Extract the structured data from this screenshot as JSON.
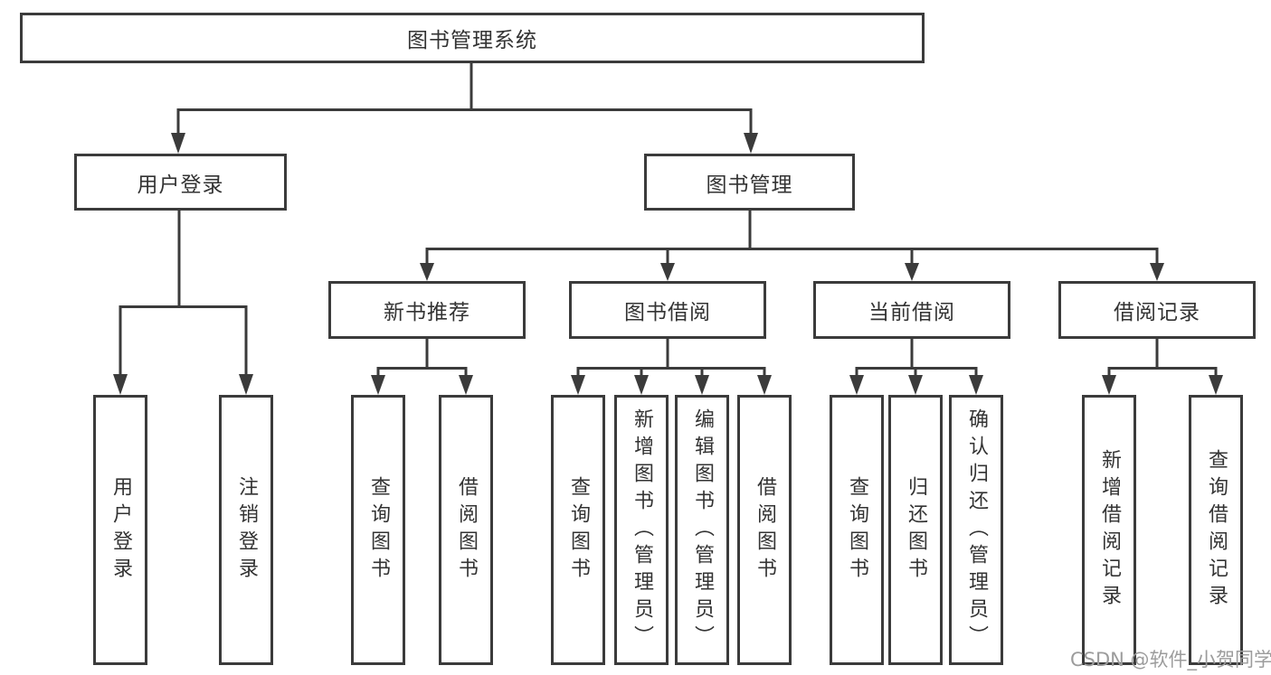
{
  "nodes": {
    "root": "图书管理系统",
    "user_login": "用户登录",
    "book_mgmt": "图书管理",
    "new_book_rec": "新书推荐",
    "book_borrow": "图书借阅",
    "current_borrow": "当前借阅",
    "borrow_record": "借阅记录",
    "ul_user_login": "用户登录",
    "ul_logout": "注销登录",
    "nbr_query_book": "查询图书",
    "nbr_borrow_book": "借阅图书",
    "bb_query_book": "查询图书",
    "bb_add_book": "新增图书（管理员）",
    "bb_edit_book": "编辑图书（管理员）",
    "bb_borrow_book": "借阅图书",
    "cb_query_book": "查询图书",
    "cb_return_book": "归还图书",
    "cb_confirm_return": "确认归还（管理员）",
    "br_add_record": "新增借阅记录",
    "br_query_record": "查询借阅记录"
  },
  "watermark": "CSDN @软件_小贺同学",
  "colors": {
    "line": "#3b3b3b",
    "text": "#333333",
    "watermark": "#9c9c9c"
  }
}
